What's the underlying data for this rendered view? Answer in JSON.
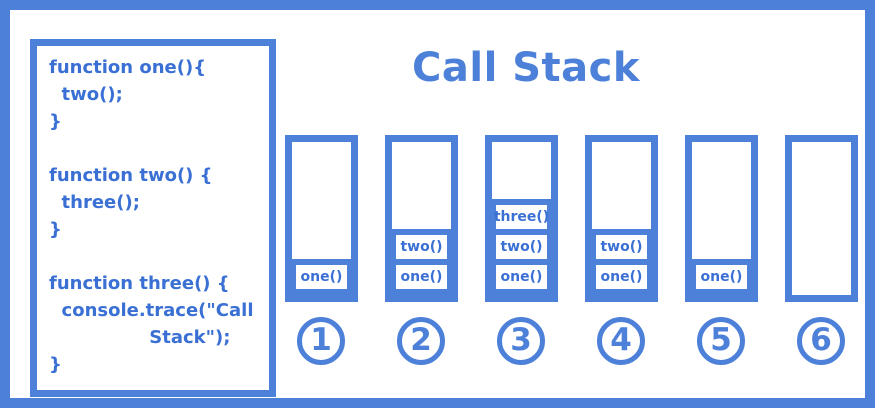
{
  "colors": {
    "accent": "#4d80d8",
    "text": "#3a70d4",
    "background": "#ffffff"
  },
  "title": "Call Stack",
  "code_panel": {
    "lines": [
      "function one(){",
      "  two();",
      "}",
      "",
      "function two() {",
      "  three();",
      "}",
      "",
      "function three() {",
      "  console.trace(\"Call",
      "                Stack\");",
      "}"
    ]
  },
  "stacks": [
    {
      "number": "1",
      "frames": [
        "one()"
      ]
    },
    {
      "number": "2",
      "frames": [
        "two()",
        "one()"
      ]
    },
    {
      "number": "3",
      "frames": [
        "three()",
        "two()",
        "one()"
      ]
    },
    {
      "number": "4",
      "frames": [
        "two()",
        "one()"
      ]
    },
    {
      "number": "5",
      "frames": [
        "one()"
      ]
    },
    {
      "number": "6",
      "frames": []
    }
  ]
}
